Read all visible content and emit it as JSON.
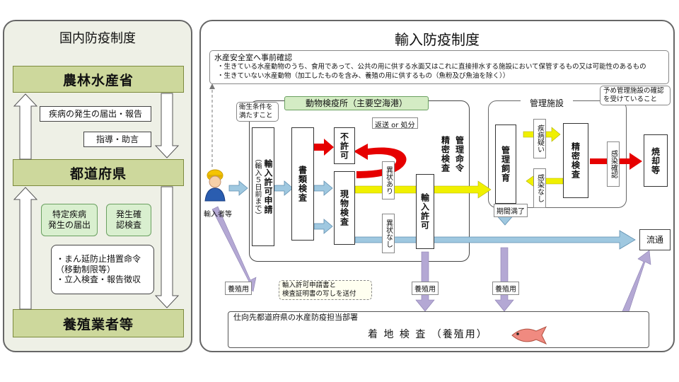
{
  "domestic": {
    "title": "国内防疫制度",
    "ministry": "農林水産省",
    "prefecture": "都道府県",
    "farmers": "養殖業者等",
    "report": "疾病の発生の届出・報告",
    "guidance": "指導・助言",
    "specific_disease": "特定疾病\n発生の届出",
    "confirm": "発生確\n認検査",
    "measures": "・まん延防止措置命令\n（移動制限等）\n・立入検査・報告徴収"
  },
  "import": {
    "title": "輸入防疫制度",
    "pre_check_title": "水産安全室へ事前確認",
    "pre_check_line1": "・生きている水産動物のうち、食用であって、公共の用に供する水面又はこれに直接排水する施設において保管するもの又は可能性のあるもの",
    "pre_check_line2": "・生きていない水産動物（加工したものを含み、養殖の用に供するもの（魚粉及び魚油を除く））",
    "sanitary_note": "衛生条件を\n満たすこと",
    "quarantine_station": "動物検疫所（主要空海港）",
    "importer": "輸入者等",
    "application": "輸入許可申請",
    "application_sub": "（輸入５日前まで）",
    "document_check": "書類検査",
    "not_permitted": "不許可",
    "return_or_disposal": "返送 or 処分",
    "abnormal": "異状あり",
    "inspection": "現物検査",
    "no_abnormal": "異状なし",
    "permit": "輸入許可",
    "management_order": "管理命令",
    "detail_inspection_1": "精密検査",
    "facility_title": "管理施設",
    "facility_note": "予め管理施設の確認\nを受けていること",
    "managed_rearing": "管理飼育",
    "suspected": "疾病疑い",
    "no_infection": "感染なし",
    "detail_inspection_2": "精密検査",
    "infection_confirmed": "感染確認",
    "incineration": "焼却等",
    "period_ended": "期間満了",
    "distribution": "流通",
    "aquaculture_use_1": "養殖用",
    "aquaculture_use_2": "養殖用",
    "aquaculture_use_3": "養殖用",
    "send_note": "輸入許可申請書と\n検査証明書の写しを送付",
    "destination_dept": "仕向先都道府県の水産防疫担当部署",
    "landing_inspection": "着 地 検 査 （養殖用）"
  },
  "colors": {
    "green_bar": "#cdd89c",
    "yellow_arrow": "#f0f000",
    "blue_arrow": "#9fc8e0",
    "red_arrow": "#e60000",
    "lilac_arrow": "#b4a8d4"
  }
}
